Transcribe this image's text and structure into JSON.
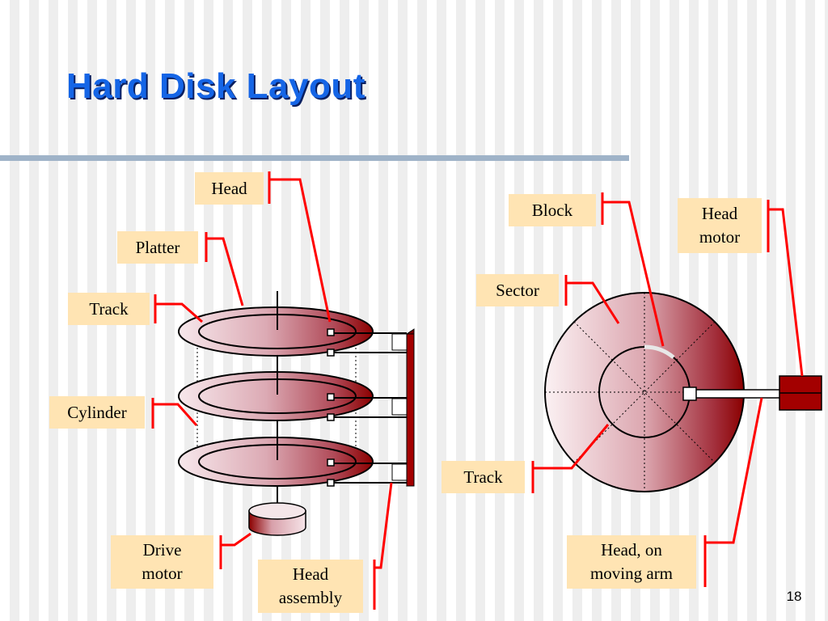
{
  "slide": {
    "title": "Hard Disk Layout",
    "page_number": "18"
  },
  "left_diagram": {
    "labels": {
      "head": "Head",
      "platter": "Platter",
      "track": "Track",
      "cylinder": "Cylinder",
      "drive_motor": "Drive\nmotor",
      "head_assembly": "Head\nassembly"
    }
  },
  "right_diagram": {
    "labels": {
      "block": "Block",
      "head_motor": "Head\nmotor",
      "sector": "Sector",
      "track": "Track",
      "head_moving_arm": "Head, on\nmoving arm"
    }
  },
  "colors": {
    "title": "#1565e6",
    "label_bg": "#ffe4b3",
    "leader_line": "#ff0000",
    "platter_dark": "#8b0000",
    "platter_light": "#f7e8ec",
    "rule": "#9fb3c8"
  }
}
